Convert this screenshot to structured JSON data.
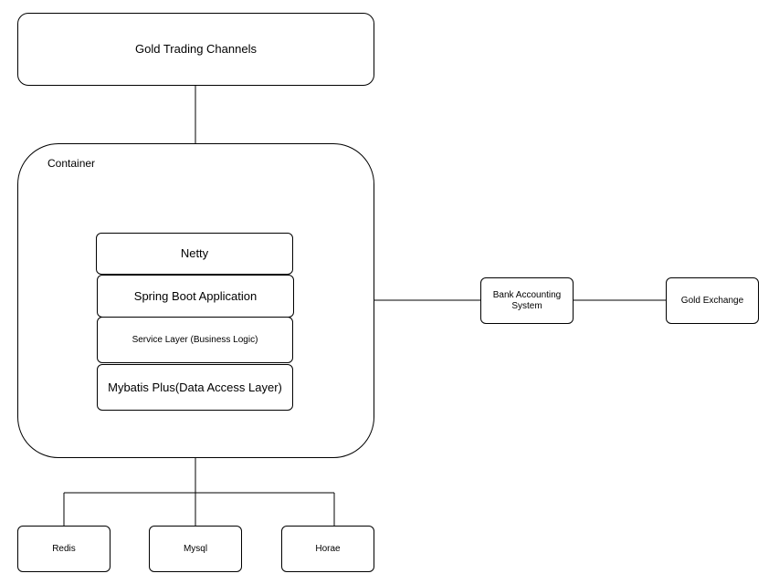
{
  "colors": {
    "stroke": "#000000",
    "fill": "#ffffff",
    "text": "#000000"
  },
  "diagram": {
    "channels": "Gold Trading Channels",
    "container": {
      "label": "Container",
      "layers": [
        "Netty",
        "Spring Boot Application",
        "Service Layer (Business Logic)",
        "Mybatis Plus(Data Access Layer)"
      ]
    },
    "bank": "Bank Accounting System",
    "exchange": "Gold Exchange",
    "stores": [
      "Redis",
      "Mysql",
      "Horae"
    ]
  }
}
